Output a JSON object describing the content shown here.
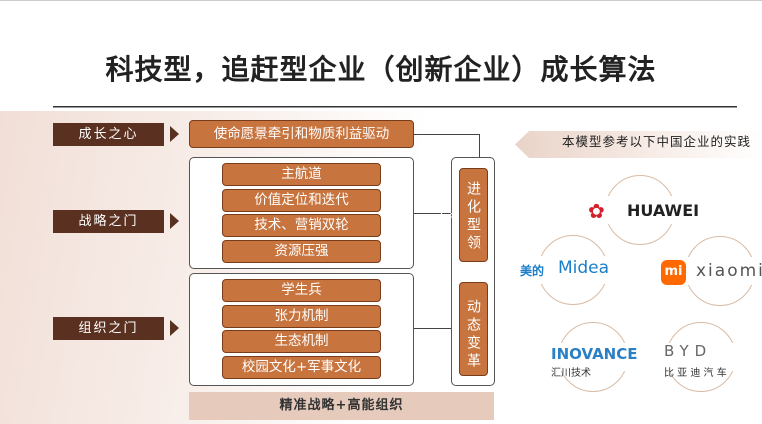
{
  "title": "科技型，追赶型企业（创新企业）成长算法",
  "left_labels": [
    "成长之心",
    "战略之门",
    "组织之门"
  ],
  "heart_box": "使命愿景牵引和物质利益驱动",
  "strategy_items": [
    "主航道",
    "价值定位和迭代",
    "技术、营销双轮",
    "资源压强"
  ],
  "org_items": [
    "学生兵",
    "张力机制",
    "生态机制",
    "校园文化+军事文化"
  ],
  "side_boxes": [
    "进化型领导",
    "动态变革"
  ],
  "bottom_bar": "精准战略+高能组织",
  "callout": "本模型参考以下中国企业的实践",
  "logos": {
    "huawei": "HUAWEI",
    "midea_cn": "美的",
    "midea": "Midea",
    "xiaomi_mark": "mi",
    "xiaomi": "xiaomi",
    "inovance": "INOVANCE",
    "inovance_cn": "汇川技术",
    "byd": "BYD",
    "byd_cn": "比 亚 迪 汽 车"
  },
  "colors": {
    "brown": "#5a3120",
    "orange": "#c8743f",
    "huawei": "#d4202c",
    "midea": "#1a7fc8",
    "xiaomi": "#ff6900",
    "inovance": "#2b7fc4"
  }
}
